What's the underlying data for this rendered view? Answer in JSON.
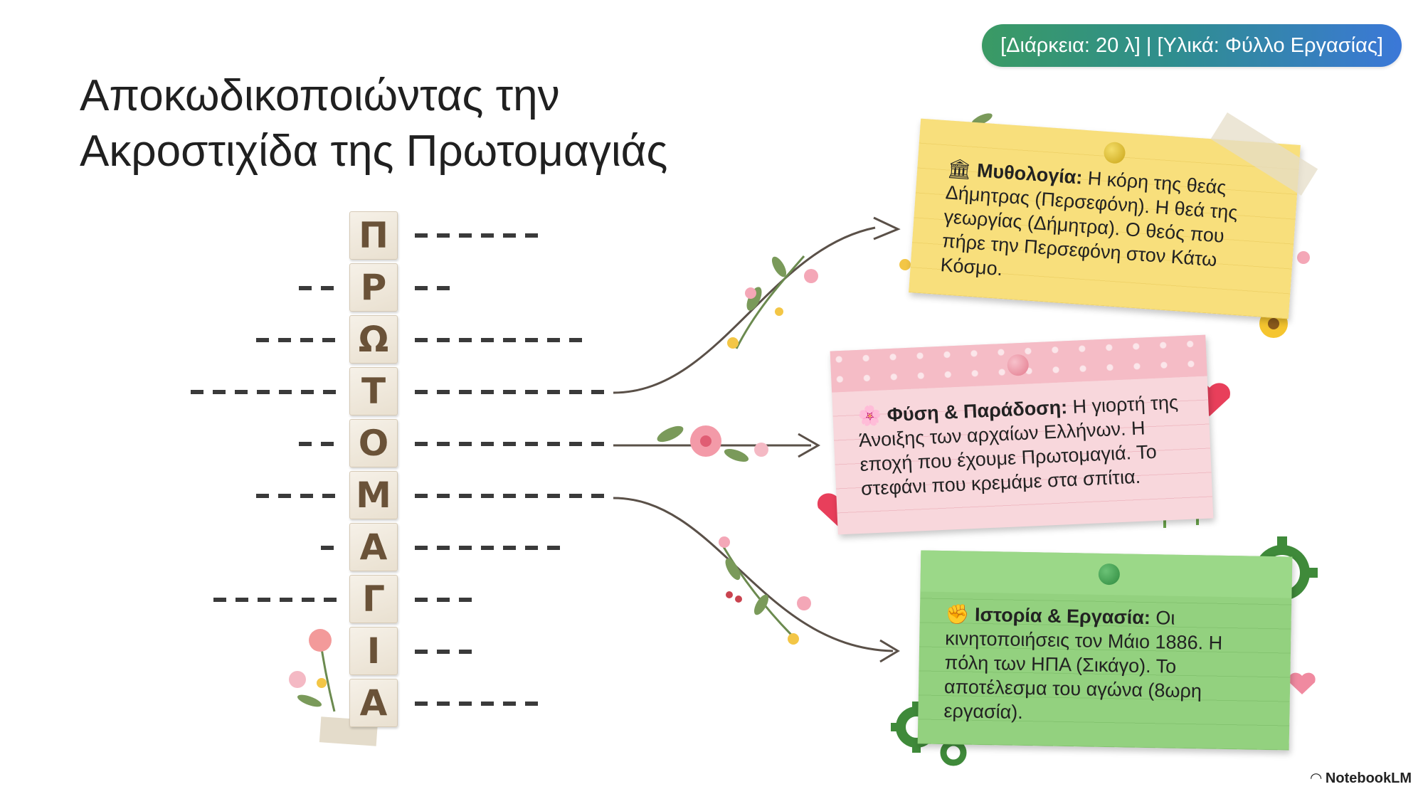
{
  "header": {
    "pill": "[Διάρκεια: 20 λ] | [Υλικά: Φύλλο Εργασίας]"
  },
  "title": {
    "line1": "Αποκωδικοποιώντας την",
    "line2": "Ακροστιχίδα της Πρωτομαγιάς"
  },
  "acrostic": {
    "letters": [
      "Π",
      "Ρ",
      "Ω",
      "Τ",
      "Ο",
      "Μ",
      "Α",
      "Γ",
      "Ι",
      "Α"
    ]
  },
  "notes": {
    "mythology": {
      "icon": "🏛",
      "heading": "Μυθολογία:",
      "text": "Η κόρη της θεάς Δήμητρας (Περσεφόνη). Η θεά της γεωργίας (Δήμητρα). Ο θεός που πήρε την Περσεφόνη στον Κάτω Κόσμο."
    },
    "nature": {
      "icon": "🌸",
      "heading": "Φύση & Παράδοση:",
      "text": "Η γιορτή της Άνοιξης των αρχαίων Ελλήνων. Η εποχή που έχουμε Πρωτομαγιά. Το στεφάνι που κρεμάμε στα σπίτια."
    },
    "history": {
      "icon": "✊",
      "heading": "Ιστορία & Εργασία:",
      "text": "Οι κινητοποιήσεις τον Μάιο 1886. Η πόλη των ΗΠΑ (Σικάγο). Το αποτέλεσμα του αγώνα (8ωρη εργασία)."
    }
  },
  "footer": {
    "brand": "NotebookLM"
  },
  "colors": {
    "pill_start": "#3a9a64",
    "pill_end": "#3b78d8",
    "note_yellow": "#f8df7c",
    "note_pink": "#f8d7dc",
    "note_green": "#93d17f",
    "tile_text": "#6a5238"
  },
  "icons": [
    "arrow-icon",
    "flower-icon",
    "heart-icon",
    "gear-icon",
    "notebooklm-logo-icon"
  ]
}
